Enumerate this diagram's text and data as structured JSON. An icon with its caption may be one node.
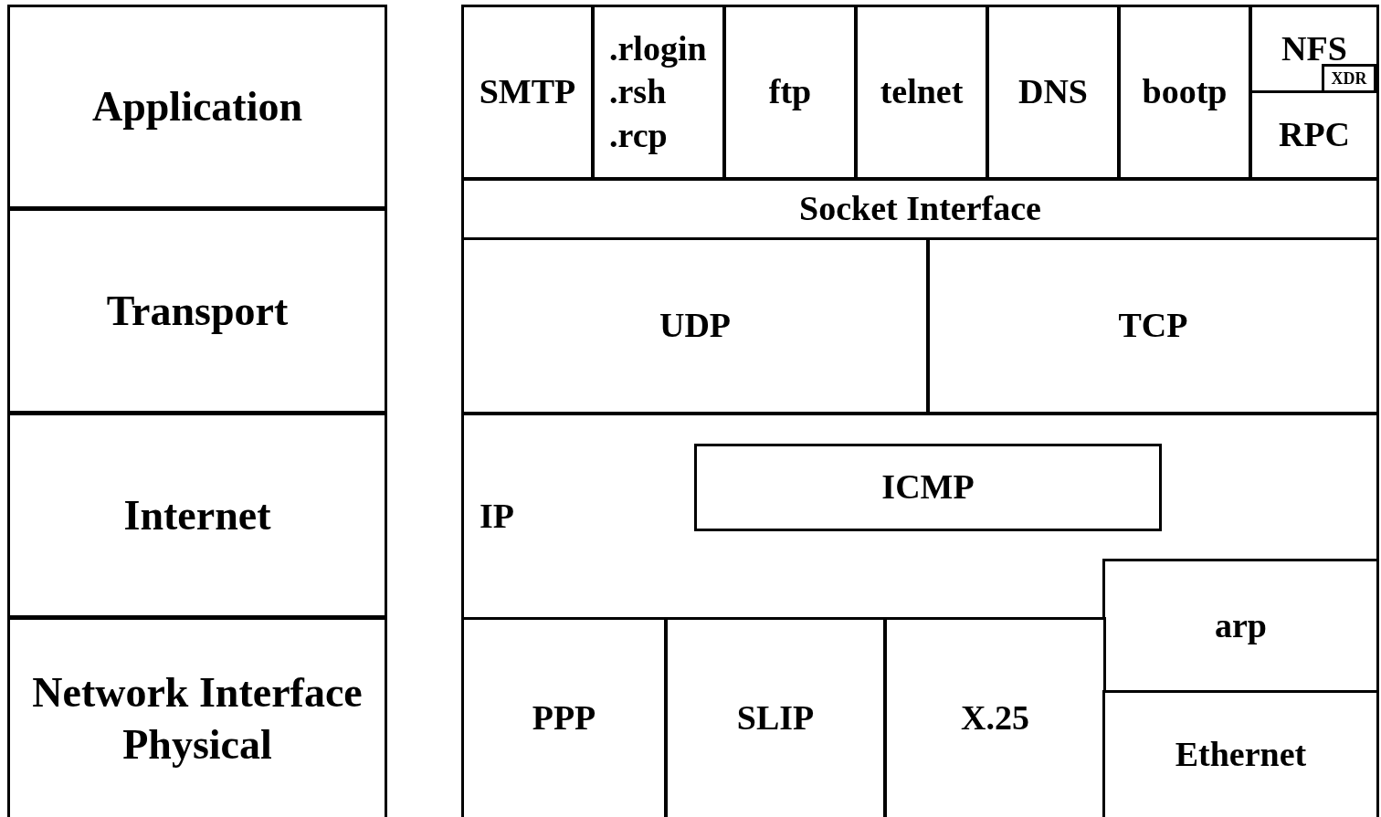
{
  "diagram": {
    "nodes": [
      {
        "text": [
          "Application"
        ]
      },
      {
        "text": [
          "Transport"
        ]
      },
      {
        "text": [
          "Internet"
        ]
      },
      {
        "text": [
          "Network Interface Physical"
        ]
      },
      {
        "text": [
          "SMTP"
        ]
      },
      {
        "text": [
          ".rlogin",
          ".rsh",
          ".rcp"
        ]
      },
      {
        "text": [
          "ftp"
        ]
      },
      {
        "text": [
          "telnet"
        ]
      },
      {
        "text": [
          "DNS"
        ]
      },
      {
        "text": [
          "bootp"
        ]
      },
      {
        "text": [
          "NFS"
        ]
      },
      {
        "text": [
          "XDR"
        ],
        "in": 10
      },
      {
        "text": [
          "RPC"
        ]
      },
      {
        "text": [
          "Socket Interface"
        ]
      },
      {
        "text": [
          "UDP"
        ]
      },
      {
        "text": [
          "TCP"
        ]
      },
      {
        "text": [
          "IP"
        ]
      },
      {
        "text": [
          "ICMP"
        ],
        "in": 16
      },
      {
        "text": [
          "arp"
        ]
      },
      {
        "text": [
          "PPP"
        ]
      },
      {
        "text": [
          "SLIP"
        ]
      },
      {
        "text": [
          "X.25"
        ]
      },
      {
        "text": [
          "Ethernet"
        ]
      }
    ],
    "edges": []
  }
}
